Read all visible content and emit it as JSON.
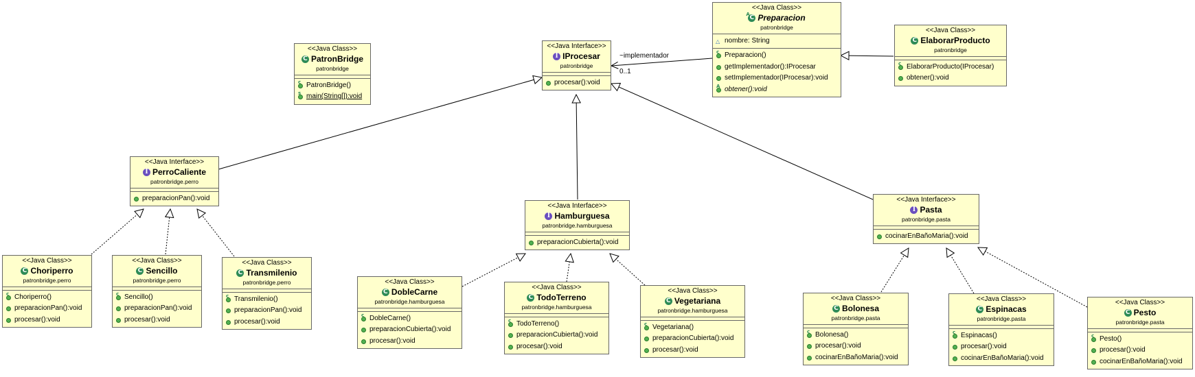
{
  "boxes": [
    {
      "key": "preparacion",
      "stereotype": "<<Java Class>>",
      "name": "Preparacion",
      "package": "patronbridge",
      "kind": "class",
      "abstract": true,
      "attributes": [
        {
          "text": "nombre: String",
          "icon": "package-attribute"
        }
      ],
      "operations": [
        {
          "text": "Preparacion()",
          "icon": "constructor"
        },
        {
          "text": "getImplementador():IProcesar",
          "icon": "public"
        },
        {
          "text": "setImplementador(IProcesar):void",
          "icon": "public"
        },
        {
          "text": "obtener():void",
          "icon": "abstract",
          "italic": true
        }
      ]
    },
    {
      "key": "elaborar",
      "stereotype": "<<Java Class>>",
      "name": "ElaborarProducto",
      "package": "patronbridge",
      "kind": "class",
      "attributes": [],
      "operations": [
        {
          "text": "ElaborarProducto(IProcesar)",
          "icon": "constructor"
        },
        {
          "text": "obtener():void",
          "icon": "public"
        }
      ]
    },
    {
      "key": "patronbridge",
      "stereotype": "<<Java Class>>",
      "name": "PatronBridge",
      "package": "patronbridge",
      "kind": "class",
      "attributes": [],
      "operations": [
        {
          "text": "PatronBridge()",
          "icon": "constructor"
        },
        {
          "text": "main(String[]):void",
          "icon": "static",
          "underline": true
        }
      ]
    },
    {
      "key": "iprocesar",
      "stereotype": "<<Java Interface>>",
      "name": "IProcesar",
      "package": "patronbridge",
      "kind": "interface",
      "attributes": [],
      "operations": [
        {
          "text": "procesar():void",
          "icon": "public"
        }
      ]
    },
    {
      "key": "perrocaliente",
      "stereotype": "<<Java Interface>>",
      "name": "PerroCaliente",
      "package": "patronbridge.perro",
      "kind": "interface",
      "attributes": [],
      "operations": [
        {
          "text": "preparacionPan():void",
          "icon": "public"
        }
      ]
    },
    {
      "key": "hamburguesa",
      "stereotype": "<<Java Interface>>",
      "name": "Hamburguesa",
      "package": "patronbridge.hamburguesa",
      "kind": "interface",
      "attributes": [],
      "operations": [
        {
          "text": "preparacionCubierta():void",
          "icon": "public"
        }
      ]
    },
    {
      "key": "pasta",
      "stereotype": "<<Java Interface>>",
      "name": "Pasta",
      "package": "patronbridge.pasta",
      "kind": "interface",
      "attributes": [],
      "operations": [
        {
          "text": "cocinarEnBañoMaria():void",
          "icon": "public"
        }
      ]
    },
    {
      "key": "choriperro",
      "stereotype": "<<Java Class>>",
      "name": "Choriperro",
      "package": "patronbridge.perro",
      "kind": "class",
      "attributes": [],
      "operations": [
        {
          "text": "Choriperro()",
          "icon": "constructor"
        },
        {
          "text": "preparacionPan():void",
          "icon": "public"
        },
        {
          "text": "procesar():void",
          "icon": "public"
        }
      ]
    },
    {
      "key": "sencillo",
      "stereotype": "<<Java Class>>",
      "name": "Sencillo",
      "package": "patronbridge.perro",
      "kind": "class",
      "attributes": [],
      "operations": [
        {
          "text": "Sencillo()",
          "icon": "constructor"
        },
        {
          "text": "preparacionPan():void",
          "icon": "public"
        },
        {
          "text": "procesar():void",
          "icon": "public"
        }
      ]
    },
    {
      "key": "transmilenio",
      "stereotype": "<<Java Class>>",
      "name": "Transmilenio",
      "package": "patronbridge.perro",
      "kind": "class",
      "attributes": [],
      "operations": [
        {
          "text": "Transmilenio()",
          "icon": "constructor"
        },
        {
          "text": "preparacionPan():void",
          "icon": "public"
        },
        {
          "text": "procesar():void",
          "icon": "public"
        }
      ]
    },
    {
      "key": "doblecarne",
      "stereotype": "<<Java Class>>",
      "name": "DobleCarne",
      "package": "patronbridge.hamburguesa",
      "kind": "class",
      "attributes": [],
      "operations": [
        {
          "text": "DobleCarne()",
          "icon": "constructor"
        },
        {
          "text": "preparacionCubierta():void",
          "icon": "public"
        },
        {
          "text": "procesar():void",
          "icon": "public"
        }
      ]
    },
    {
      "key": "todoterreno",
      "stereotype": "<<Java Class>>",
      "name": "TodoTerreno",
      "package": "patronbridge.hamburguesa",
      "kind": "class",
      "attributes": [],
      "operations": [
        {
          "text": "TodoTerreno()",
          "icon": "constructor"
        },
        {
          "text": "preparacionCubierta():void",
          "icon": "public"
        },
        {
          "text": "procesar():void",
          "icon": "public"
        }
      ]
    },
    {
      "key": "vegetariana",
      "stereotype": "<<Java Class>>",
      "name": "Vegetariana",
      "package": "patronbridge.hamburguesa",
      "kind": "class",
      "attributes": [],
      "operations": [
        {
          "text": "Vegetariana()",
          "icon": "constructor"
        },
        {
          "text": "preparacionCubierta():void",
          "icon": "public"
        },
        {
          "text": "procesar():void",
          "icon": "public"
        }
      ]
    },
    {
      "key": "bolonesa",
      "stereotype": "<<Java Class>>",
      "name": "Bolonesa",
      "package": "patronbridge.pasta",
      "kind": "class",
      "attributes": [],
      "operations": [
        {
          "text": "Bolonesa()",
          "icon": "constructor"
        },
        {
          "text": "procesar():void",
          "icon": "public"
        },
        {
          "text": "cocinarEnBañoMaria():void",
          "icon": "public"
        }
      ]
    },
    {
      "key": "espinacas",
      "stereotype": "<<Java Class>>",
      "name": "Espinacas",
      "package": "patronbridge.pasta",
      "kind": "class",
      "attributes": [],
      "operations": [
        {
          "text": "Espinacas()",
          "icon": "constructor"
        },
        {
          "text": "procesar():void",
          "icon": "public"
        },
        {
          "text": "cocinarEnBañoMaria():void",
          "icon": "public"
        }
      ]
    },
    {
      "key": "pesto",
      "stereotype": "<<Java Class>>",
      "name": "Pesto",
      "package": "patronbridge.pasta",
      "kind": "class",
      "attributes": [],
      "operations": [
        {
          "text": "Pesto()",
          "icon": "constructor"
        },
        {
          "text": "procesar():void",
          "icon": "public"
        },
        {
          "text": "cocinarEnBañoMaria():void",
          "icon": "public"
        }
      ]
    }
  ],
  "association": {
    "role": "~implementador",
    "multiplicity": "0..1"
  },
  "edges": [
    {
      "from": "elaborar",
      "to": "preparacion",
      "type": "generalization"
    },
    {
      "from": "preparacion",
      "to": "iprocesar",
      "type": "association"
    },
    {
      "from": "perrocaliente",
      "to": "iprocesar",
      "type": "generalization"
    },
    {
      "from": "hamburguesa",
      "to": "iprocesar",
      "type": "generalization"
    },
    {
      "from": "pasta",
      "to": "iprocesar",
      "type": "generalization"
    },
    {
      "from": "choriperro",
      "to": "perrocaliente",
      "type": "realization"
    },
    {
      "from": "sencillo",
      "to": "perrocaliente",
      "type": "realization"
    },
    {
      "from": "transmilenio",
      "to": "perrocaliente",
      "type": "realization"
    },
    {
      "from": "doblecarne",
      "to": "hamburguesa",
      "type": "realization"
    },
    {
      "from": "todoterreno",
      "to": "hamburguesa",
      "type": "realization"
    },
    {
      "from": "vegetariana",
      "to": "hamburguesa",
      "type": "realization"
    },
    {
      "from": "bolonesa",
      "to": "pasta",
      "type": "realization"
    },
    {
      "from": "espinacas",
      "to": "pasta",
      "type": "realization"
    },
    {
      "from": "pesto",
      "to": "pasta",
      "type": "realization"
    }
  ],
  "colors": {
    "box_fill": "#ffffcc",
    "box_border": "#666666",
    "class_icon": "#2e8b57",
    "interface_icon": "#6a4fbf",
    "method_dot": "#52b152",
    "line": "#000000"
  }
}
